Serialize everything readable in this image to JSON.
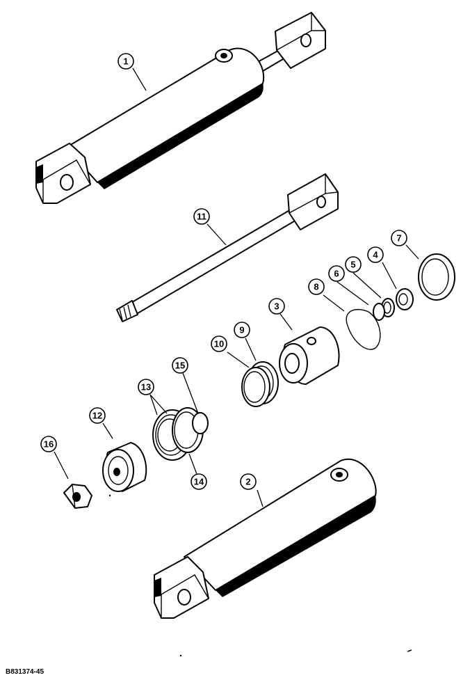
{
  "figure_code": "B831374-45",
  "callouts": [
    {
      "label": "1"
    },
    {
      "label": "2"
    },
    {
      "label": "3"
    },
    {
      "label": "4"
    },
    {
      "label": "5"
    },
    {
      "label": "6"
    },
    {
      "label": "7"
    },
    {
      "label": "8"
    },
    {
      "label": "9"
    },
    {
      "label": "10"
    },
    {
      "label": "11"
    },
    {
      "label": "12"
    },
    {
      "label": "13"
    },
    {
      "label": "14"
    },
    {
      "label": "15"
    },
    {
      "label": "16"
    }
  ]
}
